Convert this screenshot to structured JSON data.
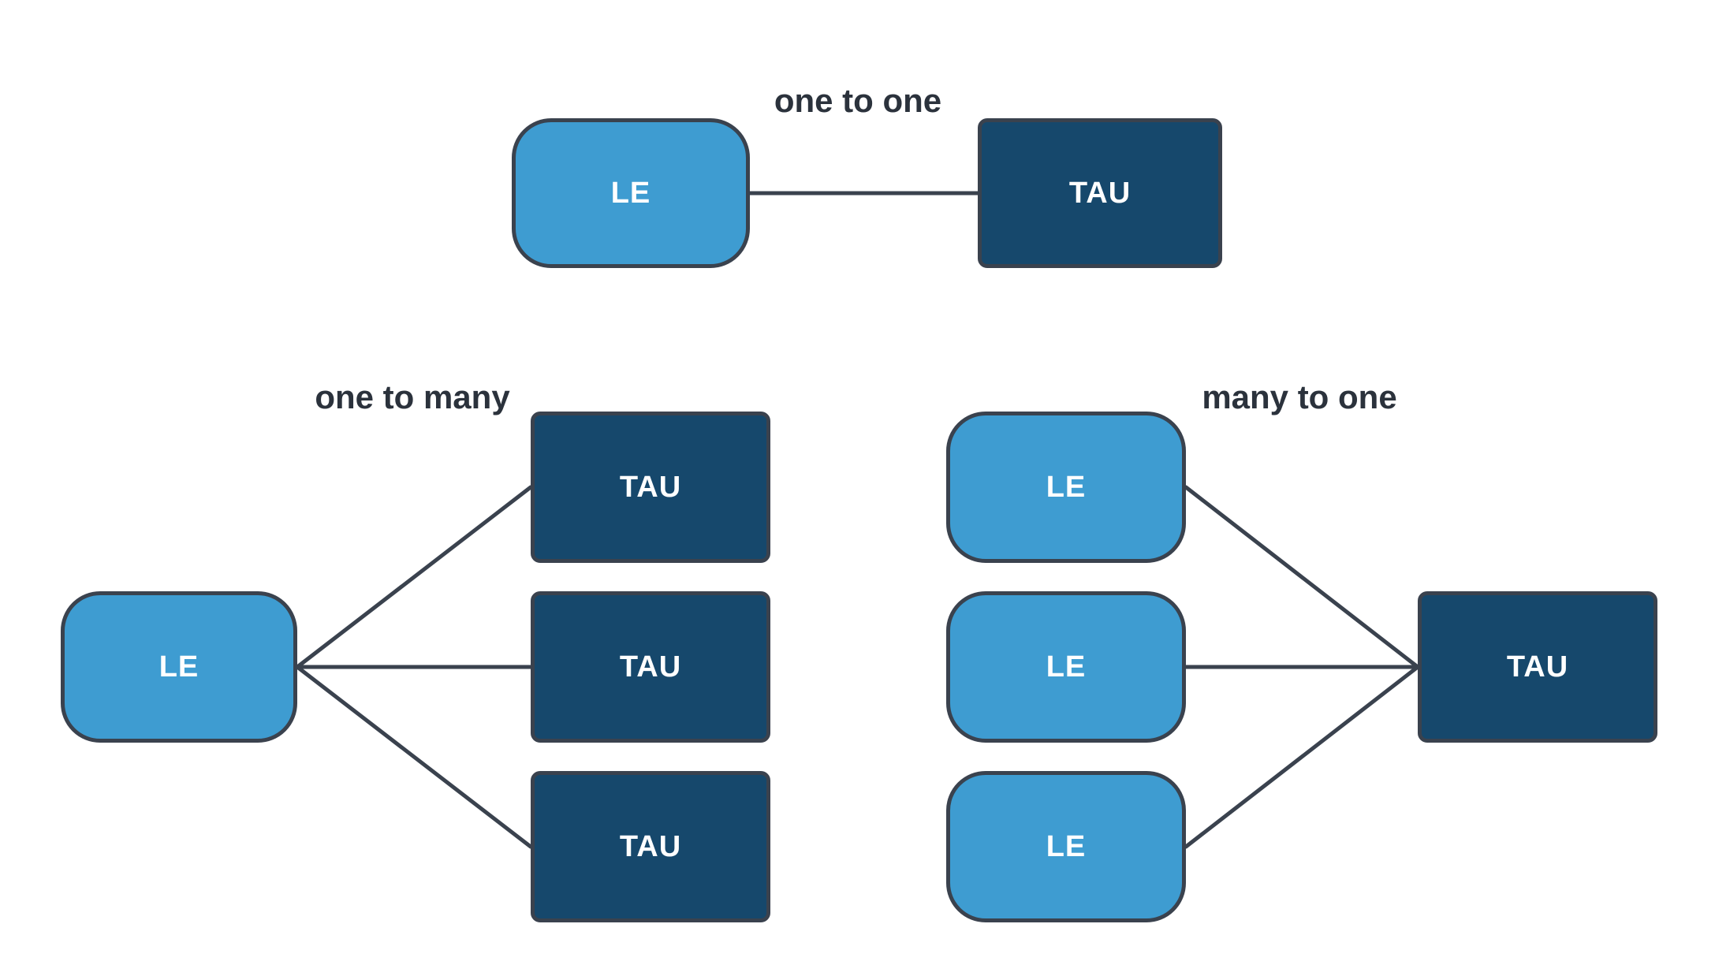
{
  "diagram": {
    "colors": {
      "background": "#ffffff",
      "le_fill": "#3e9cd1",
      "tau_fill": "#16486c",
      "stroke": "#3a424e",
      "label_text": "#2b323c",
      "node_text": "#ffffff"
    },
    "groups": [
      {
        "id": "one-to-one",
        "label": "one to one",
        "nodes": [
          {
            "type": "LE",
            "label": "LE"
          },
          {
            "type": "TAU",
            "label": "TAU"
          }
        ],
        "edges": [
          {
            "from": "LE",
            "to": "TAU"
          }
        ]
      },
      {
        "id": "one-to-many",
        "label": "one to many",
        "nodes": [
          {
            "type": "LE",
            "label": "LE"
          },
          {
            "type": "TAU",
            "label": "TAU"
          },
          {
            "type": "TAU",
            "label": "TAU"
          },
          {
            "type": "TAU",
            "label": "TAU"
          }
        ],
        "edges": [
          {
            "from": "LE",
            "to": "TAU-1"
          },
          {
            "from": "LE",
            "to": "TAU-2"
          },
          {
            "from": "LE",
            "to": "TAU-3"
          }
        ]
      },
      {
        "id": "many-to-one",
        "label": "many to one",
        "nodes": [
          {
            "type": "LE",
            "label": "LE"
          },
          {
            "type": "LE",
            "label": "LE"
          },
          {
            "type": "LE",
            "label": "LE"
          },
          {
            "type": "TAU",
            "label": "TAU"
          }
        ],
        "edges": [
          {
            "from": "LE-1",
            "to": "TAU"
          },
          {
            "from": "LE-2",
            "to": "TAU"
          },
          {
            "from": "LE-3",
            "to": "TAU"
          }
        ]
      }
    ]
  }
}
